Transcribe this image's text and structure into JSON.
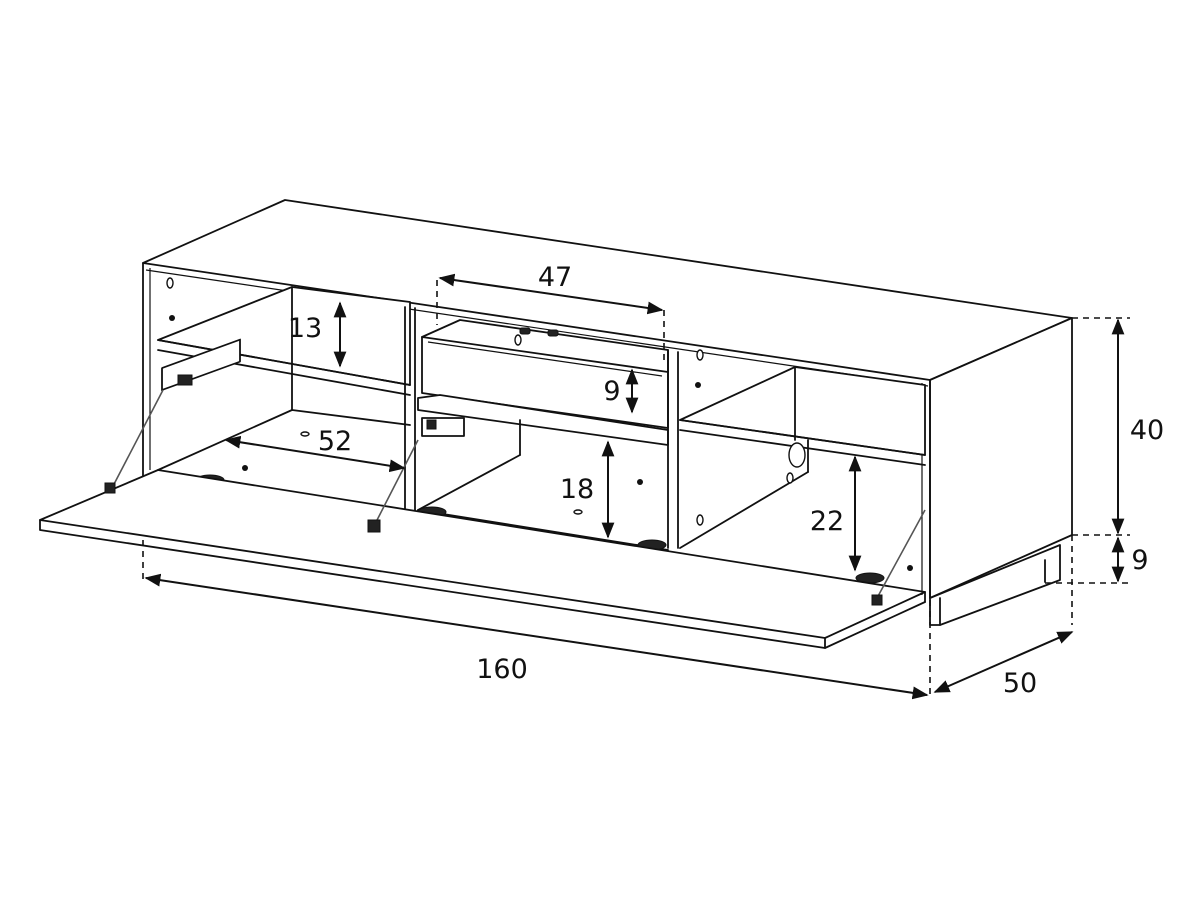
{
  "dimensions": {
    "width": "160",
    "depth": "50",
    "height": "40",
    "plinth": "9",
    "drawer_width": "47",
    "drawer_height": "9",
    "top_shelf_height": "13",
    "inner_width": "52",
    "center_height": "18",
    "right_height": "22"
  }
}
